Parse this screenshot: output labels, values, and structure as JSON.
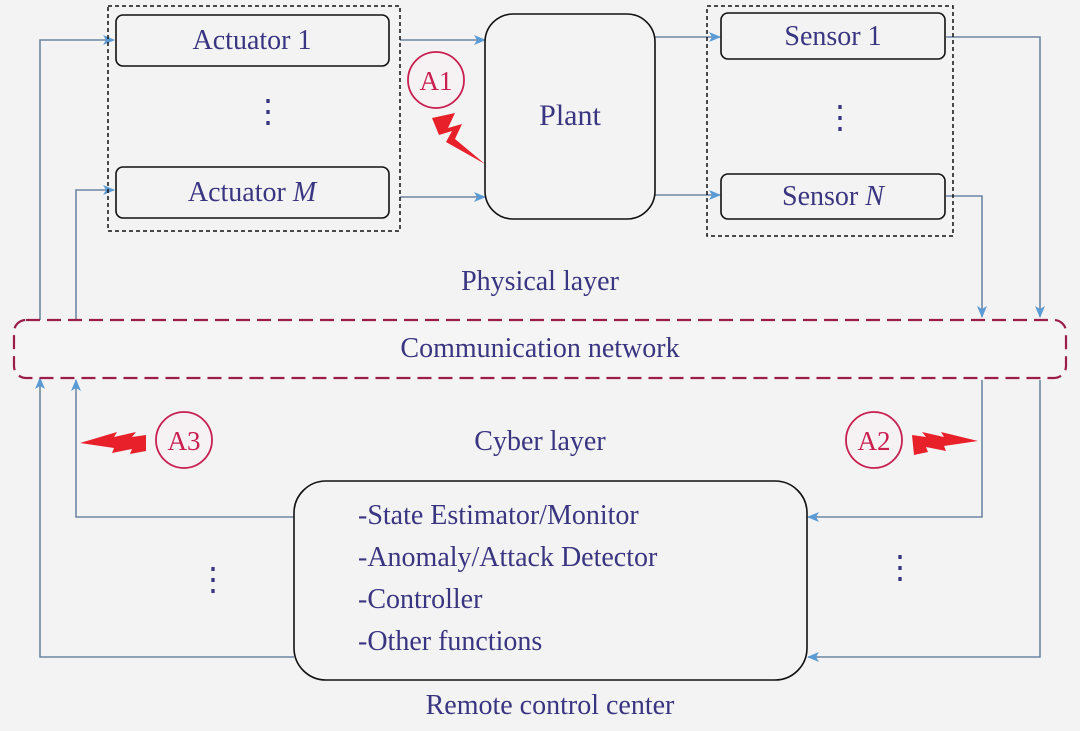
{
  "physical": {
    "actuator_1": {
      "name": "Actuator",
      "index": "1"
    },
    "actuator_m": {
      "name": "Actuator",
      "index": "M"
    },
    "plant": "Plant",
    "sensor_1": {
      "name": "Sensor",
      "index": "1"
    },
    "sensor_n": {
      "name": "Sensor",
      "index": "N"
    },
    "layer_label": "Physical layer"
  },
  "network": {
    "label": "Communication network"
  },
  "cyber": {
    "layer_label": "Cyber layer",
    "center_functions": [
      "-State Estimator/Monitor",
      "-Anomaly/Attack Detector",
      "-Controller",
      "-Other functions"
    ],
    "center_label": "Remote control center"
  },
  "attacks": {
    "a1": "A1",
    "a2": "A2",
    "a3": "A3"
  },
  "ellipsis": "⋮",
  "colors": {
    "box_stroke": "#111111",
    "text": "#3a3580",
    "arrow": "#6e86a3",
    "arrowhead": "#5b9bd5",
    "network_border": "#9c1d4a",
    "attack": "#c81e50",
    "lightning": "#e8202a"
  }
}
